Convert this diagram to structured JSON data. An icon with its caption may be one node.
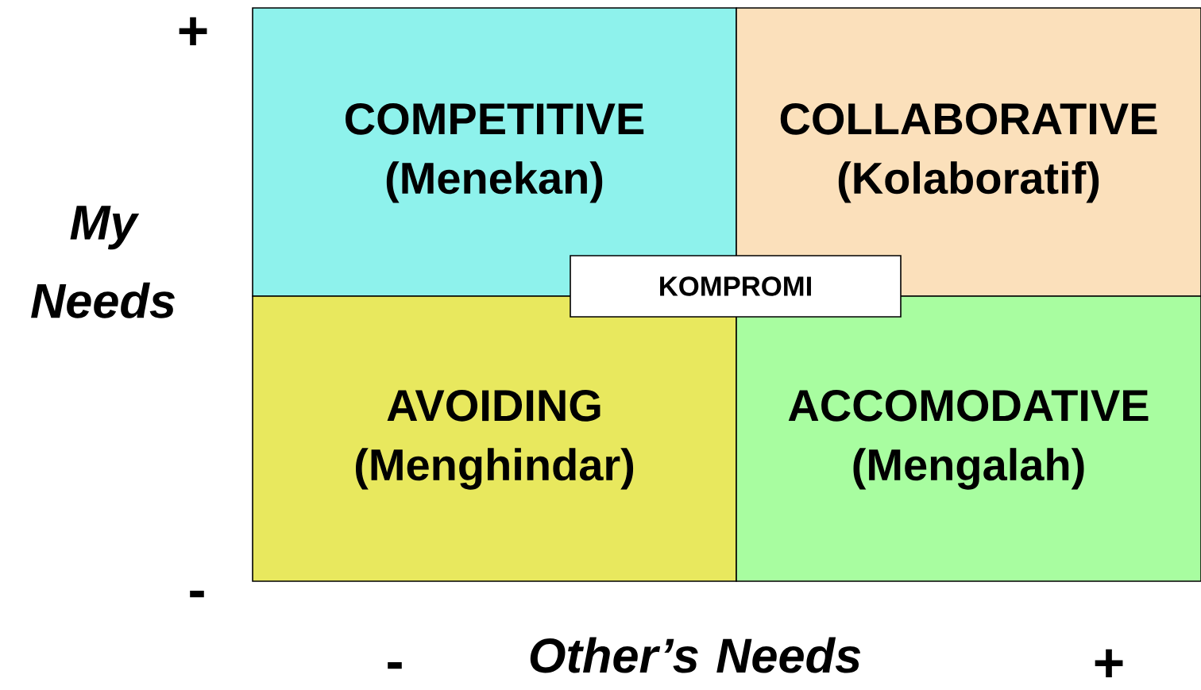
{
  "diagram": {
    "nodes": [
      {
        "text": [
          "COMPETITIVE",
          "(Menekan)"
        ]
      },
      {
        "text": [
          "COLLABORATIVE",
          "(Kolaboratif)"
        ]
      },
      {
        "text": [
          "AVOIDING",
          "(Menghindar)"
        ]
      },
      {
        "text": [
          "ACCOMODATIVE",
          "(Mengalah)"
        ]
      },
      {
        "text": [
          "KOMPROMI"
        ]
      }
    ],
    "labels": [
      "+",
      "My Needs",
      "-",
      "-",
      "Other’s Needs",
      "+"
    ]
  }
}
